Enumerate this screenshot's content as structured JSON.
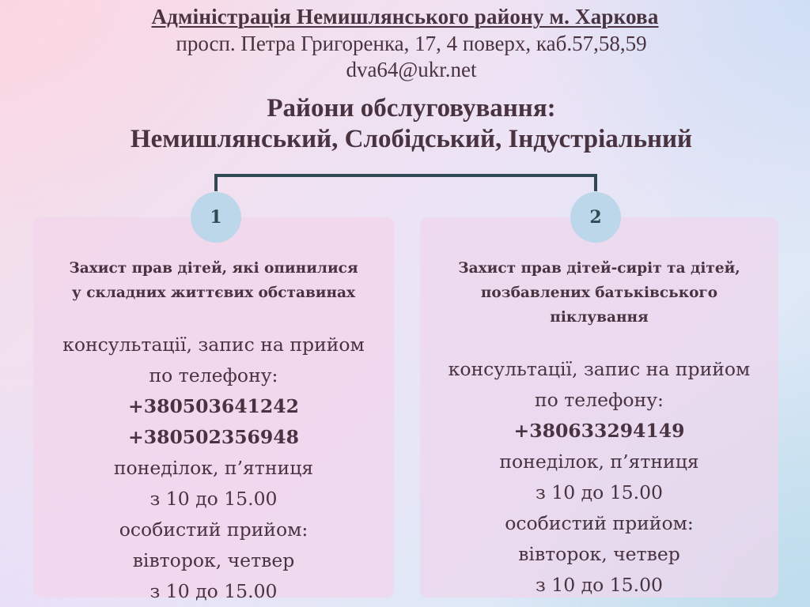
{
  "header": {
    "org_title": "Адміністрація Немишлянського району м. Харкова",
    "address": "просп. Петра Григоренка, 17, 4 поверх, каб.57,58,59",
    "email": "dva64@ukr.net",
    "areas_heading": "Райони обслуговування:",
    "areas_list": "Немишлянський, Слобідський, Індустріальний"
  },
  "colors": {
    "text": "#4a3340",
    "connector": "#2f4a55",
    "circle_fill": "#bcd6ea",
    "panel_fill": "#f2d4ea"
  },
  "panels": [
    {
      "number": "1",
      "title": "Захист прав дітей, які опинилися у складних життєвих обставинах",
      "title_lines": [
        "Захист прав дітей, які опинилися",
        "у складних життєвих обставинах"
      ],
      "consult_label_line1": "консультації, запис на прийом",
      "consult_label_line2": "по телефону:",
      "phones": [
        "+380503641242",
        "+380502356948"
      ],
      "phone_days": "понеділок, п’ятниця",
      "phone_hours": "з 10 до 15.00",
      "personal_label": "особистий прийом:",
      "personal_days": "вівторок, четвер",
      "personal_hours": "з 10 до 15.00"
    },
    {
      "number": "2",
      "title": "Захист прав дітей-сиріт та дітей, позбавлених батьківського піклування",
      "title_lines": [
        "Захист прав дітей-сиріт та дітей,",
        "позбавлених батьківського",
        "піклування"
      ],
      "consult_label_line1": "консультації, запис на прийом",
      "consult_label_line2": "по телефону:",
      "phones": [
        "+380633294149"
      ],
      "phone_days": "понеділок, п’ятниця",
      "phone_hours": "з 10 до 15.00",
      "personal_label": "особистий прийом:",
      "personal_days": "вівторок, четвер",
      "personal_hours": "з 10 до 15.00"
    }
  ]
}
